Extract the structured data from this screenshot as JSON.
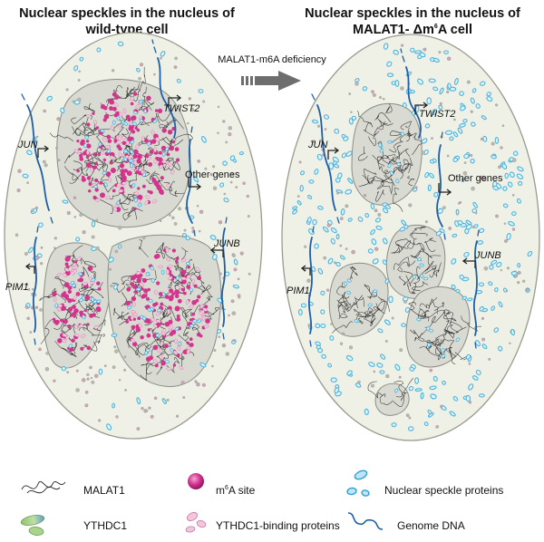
{
  "titles": {
    "left_line1": "Nuclear speckles in the nucleus of",
    "left_line2": "wild-type cell",
    "right_line1": "Nuclear speckles in the nucleus of",
    "right_line2_prefix": "MALAT1- Δm",
    "right_line2_sup": "6",
    "right_line2_suffix": "A cell"
  },
  "transition": {
    "label": "MALAT1-m6A deficiency"
  },
  "genes": {
    "twist2": "TWIST2",
    "jun": "JUN",
    "other": "Other genes",
    "junb": "JUNB",
    "pim1": "PIM1"
  },
  "legend": {
    "malat1": "MALAT1",
    "m6a_prefix": "m",
    "m6a_sup": "6",
    "m6a_suffix": "A site",
    "speckle_proteins": "Nuclear speckle  proteins",
    "ythdc1": "YTHDC1",
    "ythdc1_binding": "YTHDC1-binding proteins",
    "genome_dna": "Genome DNA"
  },
  "colors": {
    "nucleus_fill": "#eff1e6",
    "speckle_fill": "#d9dbd3",
    "m6a_magenta": "#d4338e",
    "speckle_protein_blue": "#4fb3da",
    "dna_blue": "#1f5fa8",
    "arrow_gray": "#6e6e6e",
    "ythdc1_green": "#8fc36b",
    "ythdc1_blue": "#5a9fd1"
  }
}
